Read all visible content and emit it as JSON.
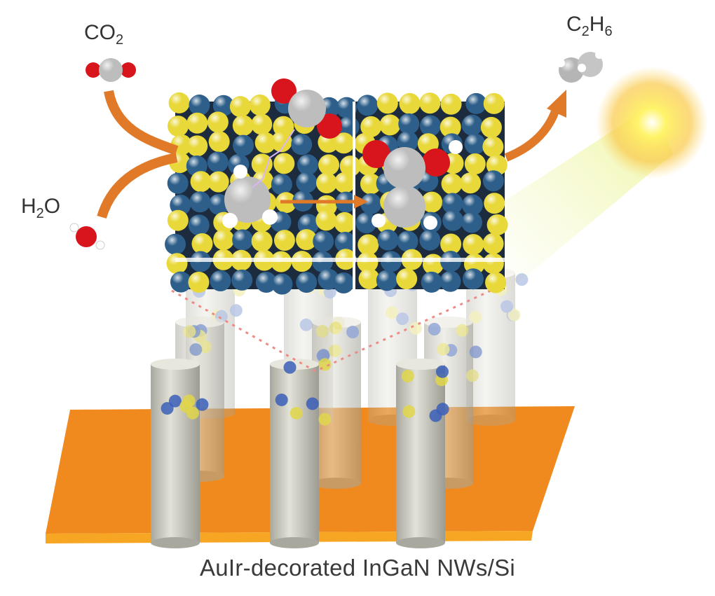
{
  "labels": {
    "co2": {
      "main": "CO",
      "sub": "2"
    },
    "h2o": {
      "main_a": "H",
      "sub": "2",
      "main_b": "O"
    },
    "c2h6": {
      "main_a": "C",
      "sub_a": "2",
      "main_b": "H",
      "sub_b": "6"
    }
  },
  "caption": "AuIr-decorated InGaN NWs/Si",
  "colors": {
    "substrate": "#f08a1e",
    "arrow": "#e07a28",
    "atom_yellow": "#e8d83a",
    "atom_blue": "#2d5f8a",
    "oxygen": "#d8151c",
    "carbon": "#b9b9b9",
    "hydrogen": "#ffffff",
    "nanowire": "#c9c8bd"
  }
}
